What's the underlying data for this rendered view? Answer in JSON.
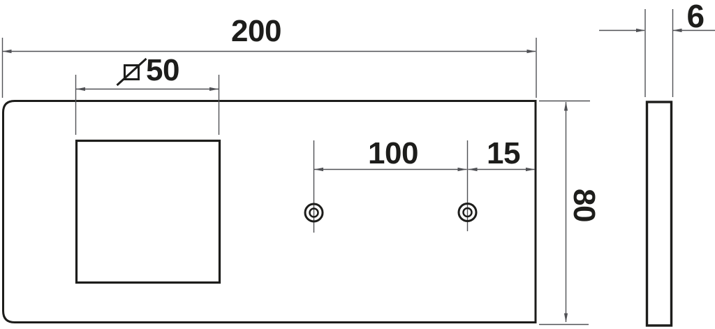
{
  "drawing": {
    "type": "technical-dimension-drawing",
    "background": "#ffffff",
    "outline_color": "#1d1d1b",
    "dimension_color": "#505155",
    "labels": {
      "overall_width": "200",
      "cutout_size": "50",
      "hole_spacing": "100",
      "hole_to_edge": "15",
      "overall_height": "80",
      "thickness": "6"
    },
    "features": {
      "front_view": "rounded-left plate with square cutout and two concentric holes",
      "side_view": "thin vertical profile strip",
      "cutout_symbol": "square-section symbol with diagonal slash"
    }
  }
}
